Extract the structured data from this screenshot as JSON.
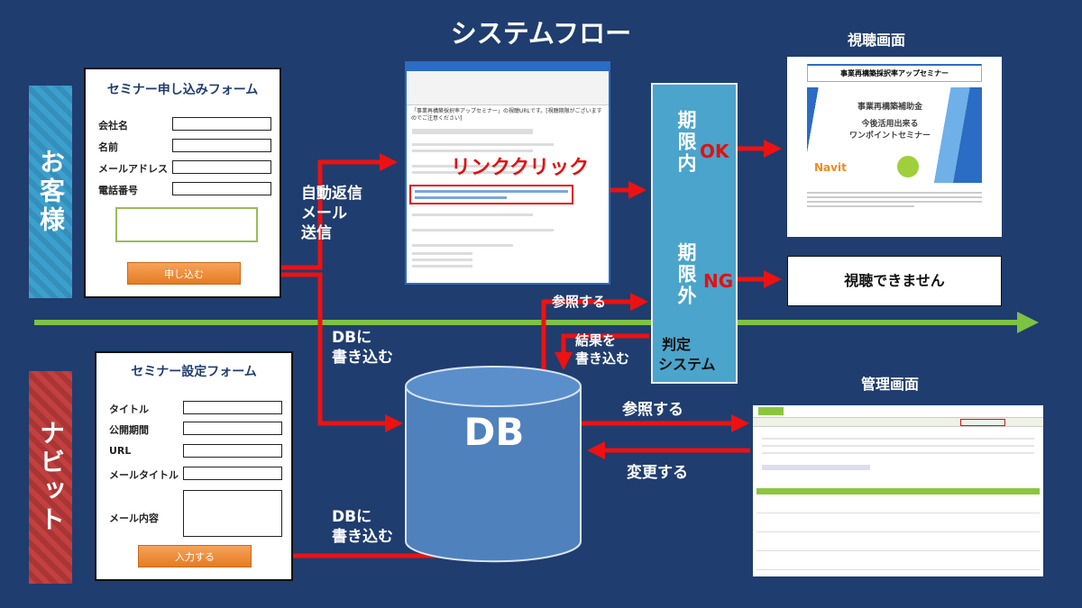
{
  "title": "システムフロー",
  "sides": {
    "customer": "お客様",
    "navit": "ナビット"
  },
  "form1": {
    "title": "セミナー申し込みフォーム",
    "fields": [
      "会社名",
      "名前",
      "メールアドレス",
      "電話番号"
    ],
    "button": "申し込む"
  },
  "form2": {
    "title": "セミナー設定フォーム",
    "fields": [
      "タイトル",
      "公開期間",
      "URL",
      "メールタイトル",
      "メール内容"
    ],
    "button": "入力する"
  },
  "email": {
    "subject": "「事業再構築採択率アップセミナー」の視聴URLです。[視聴期限がございますのでご注意ください]",
    "link_click": "リンククリック"
  },
  "labels": {
    "auto_reply": [
      "自動返信",
      "メール",
      "送信"
    ],
    "db_write1": [
      "DBに",
      "書き込む"
    ],
    "db_write2": [
      "DBに",
      "書き込む"
    ],
    "refer1": "参照する",
    "write_result": [
      "結果を",
      "書き込む"
    ],
    "refer2": "参照する",
    "change": "変更する"
  },
  "judge": {
    "in_period": "期限内",
    "out_period": "期限外",
    "system": [
      "判定",
      "システム"
    ],
    "ok": "OK",
    "ng": "NG"
  },
  "viewer": {
    "heading": "視聴画面",
    "banner": "事業再構築採択率アップセミナー",
    "slide": [
      "事業再構築補助金",
      "今後活用出来る",
      "ワンポイントセミナー"
    ],
    "logo": "Navit"
  },
  "denied": "視聴できません",
  "db": "DB",
  "admin": {
    "heading": "管理画面"
  },
  "colors": {
    "bg": "#1f3d6f",
    "arrow": "#ee1111",
    "timeline": "#7dc242",
    "db": "#4f81bd"
  }
}
